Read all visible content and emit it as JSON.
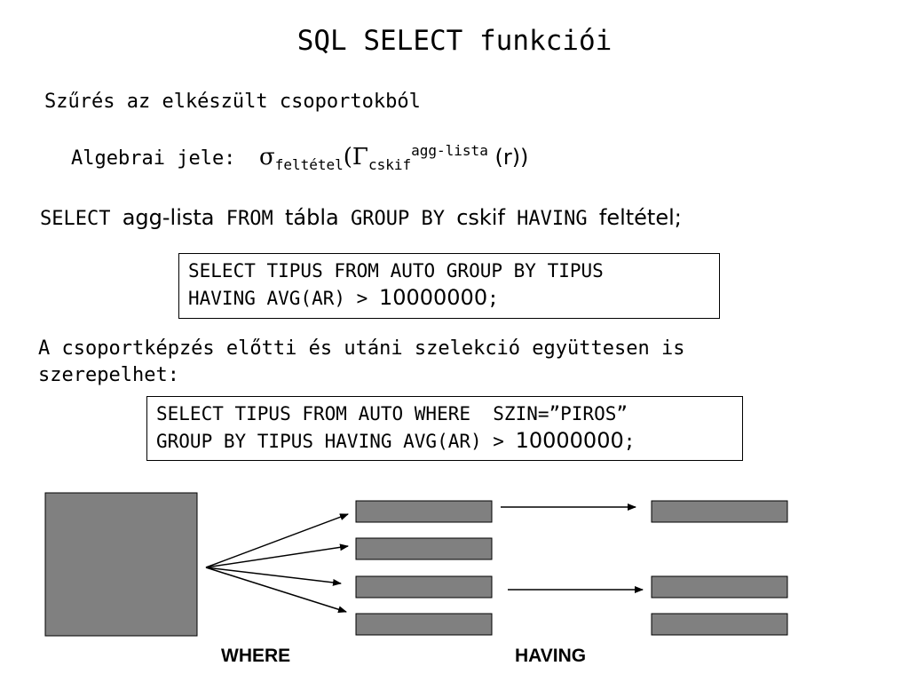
{
  "slide": {
    "title": "SQL SELECT funkciói",
    "subtitle": "Szűrés az elkészült csoportokból",
    "algebra": {
      "label": "Algebrai jele:",
      "sigma": "σ",
      "sigma_sub": "feltétel",
      "open": "(",
      "gamma": "Γ",
      "gamma_sub": "cskif",
      "gamma_sup": "agg-lista",
      "rest": " (r))"
    },
    "syntax": {
      "kw1": "SELECT ",
      "p1": "agg-lista",
      "kw2": " FROM ",
      "p2": "tábla",
      "kw3": " GROUP BY ",
      "p3": "cskif",
      "kw4": " HAVING ",
      "p4": "feltétel;"
    },
    "example1": {
      "line1": "SELECT TIPUS FROM AUTO GROUP BY TIPUS",
      "line2_prefix": "HAVING AVG(AR) > ",
      "line2_number": "10000000",
      "line2_suffix": ";"
    },
    "note": {
      "line1": "A csoportképzés előtti és utáni szelekció együttesen is",
      "line2": "szerepelhet:"
    },
    "example2": {
      "line1": "SELECT TIPUS FROM AUTO WHERE  SZIN=”PIROS”",
      "line2_prefix": "GROUP BY TIPUS HAVING AVG(AR) > ",
      "line2_number": "10000000",
      "line2_suffix": ";"
    },
    "diagram": {
      "where_label": "WHERE",
      "having_label": "HAVING",
      "fill_color": "#808080"
    }
  }
}
